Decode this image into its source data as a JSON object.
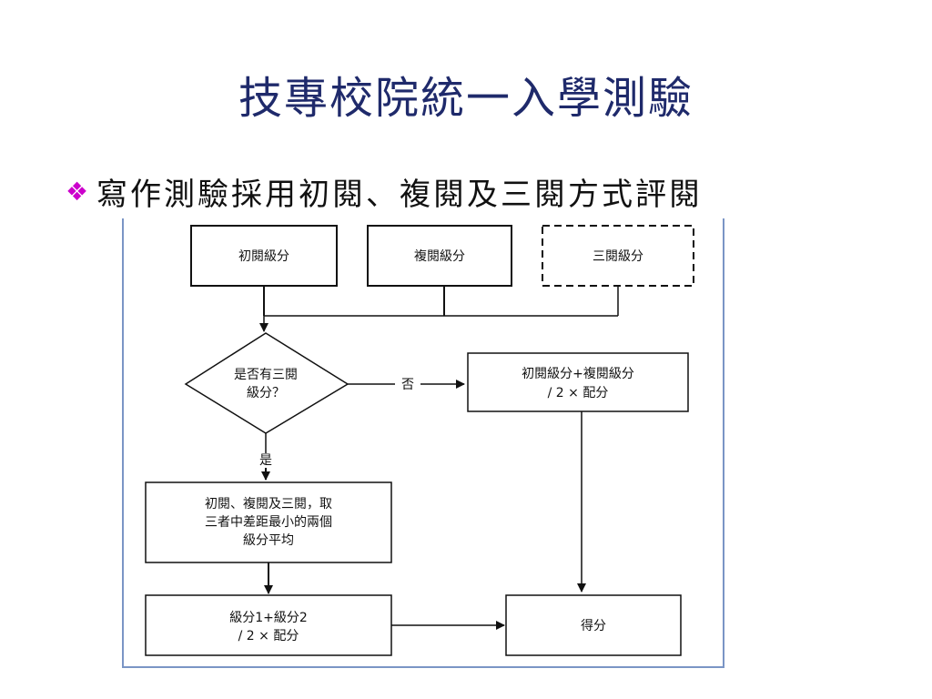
{
  "slide": {
    "title": "技專校院統一入學測驗",
    "bullet_icon": "diamond-cluster-icon",
    "bullet_text": "寫作測驗採用初閱、複閱及三閱方式評閱"
  },
  "flowchart": {
    "first_review": "初閱級分",
    "second_review": "複閱級分",
    "third_review": "三閱級分",
    "decision_line1": "是否有三閱",
    "decision_line2": "級分？",
    "no_label": "否",
    "yes_label": "是",
    "avg_two_line1": "初閱級分+複閱級分",
    "avg_two_line2": "/ 2 × 配分",
    "closest_line1": "初閱、複閱及三閱，取",
    "closest_line2": "三者中差距最小的兩個",
    "closest_line3": "級分平均",
    "formula_line1": "級分1+級分2",
    "formula_line2": "/ 2 × 配分",
    "score": "得分"
  },
  "colors": {
    "title": "#1f2a6b",
    "bullet": "#cc00cc",
    "frame": "#7a95c5"
  }
}
